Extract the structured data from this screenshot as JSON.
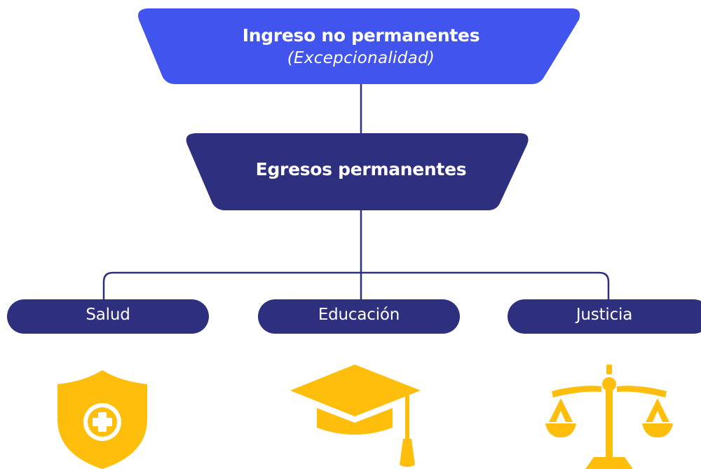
{
  "diagram": {
    "top_box": {
      "title": "Ingreso no permanentes",
      "subtitle": "(Excepcionalidad)"
    },
    "middle_box": {
      "title": "Egresos permanentes"
    },
    "categories": [
      {
        "label": "Salud",
        "icon": "health-shield-icon"
      },
      {
        "label": "Educación",
        "icon": "graduation-cap-icon"
      },
      {
        "label": "Justicia",
        "icon": "justice-scales-icon"
      }
    ]
  },
  "colors": {
    "top_box": "#4254EE",
    "middle_box": "#2E2F7F",
    "pills": "#2E2F7F",
    "connectors": "#2E2F7F",
    "icons": "#FFBE0B"
  }
}
